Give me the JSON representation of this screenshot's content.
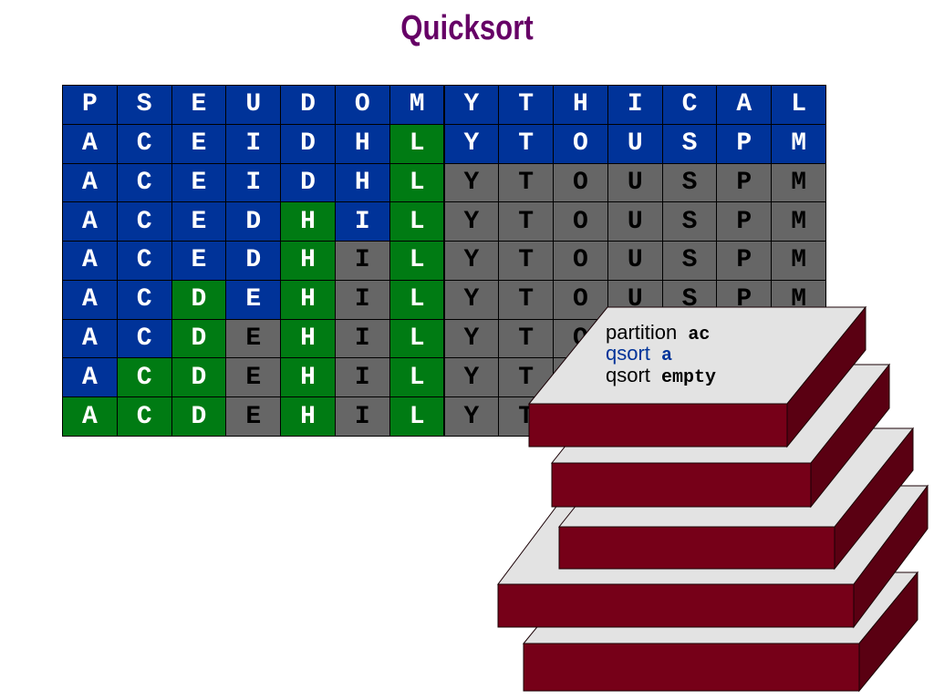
{
  "title": "Quicksort",
  "colors": {
    "blue": "#003399",
    "green": "#007b13",
    "gray": "#666666",
    "cell_text": "#ffffff",
    "gray_text": "#000000",
    "title": "#660066",
    "slab_top": "#e3e3e3",
    "slab_front": "#760018",
    "slab_side": "#5a0012",
    "code_blue": "#003399"
  },
  "grid": {
    "rows": [
      {
        "letters": "PSEUDOMYTHICAL",
        "colors": "BBBBBBBBBBBBBB"
      },
      {
        "letters": "ACEIDHLYTOUSPM",
        "colors": "BBBBBBGBBBBBBB"
      },
      {
        "letters": "ACEIDHLYTOUSPM",
        "colors": "BBBBBBGXXXXXXX"
      },
      {
        "letters": "ACEDHILYTOUSPM",
        "colors": "BBBBGBGXXXXXXX"
      },
      {
        "letters": "ACEDHILYTOUSPM",
        "colors": "BBBBGXGXXXXXXX"
      },
      {
        "letters": "ACDEHILYTOUSPM",
        "colors": "BBGBGXGXXXXXXX"
      },
      {
        "letters": "ACDEHILYTOUSPM",
        "colors": "BBGXGXGXXXXXXX"
      },
      {
        "letters": "ACDEHILYTOUSPM",
        "colors": "BGGXGXGXXXXXXX"
      },
      {
        "letters": "ACDEHILYTOUSPM",
        "colors": "GGGXGXGXXXXXXX"
      }
    ]
  },
  "stack": {
    "lines": [
      {
        "word": "partition",
        "arg": "ac",
        "color": "#000000"
      },
      {
        "word": "qsort",
        "arg": "a",
        "color": "#003399"
      },
      {
        "word": "qsort",
        "arg": "empty",
        "color": "#000000"
      }
    ]
  }
}
